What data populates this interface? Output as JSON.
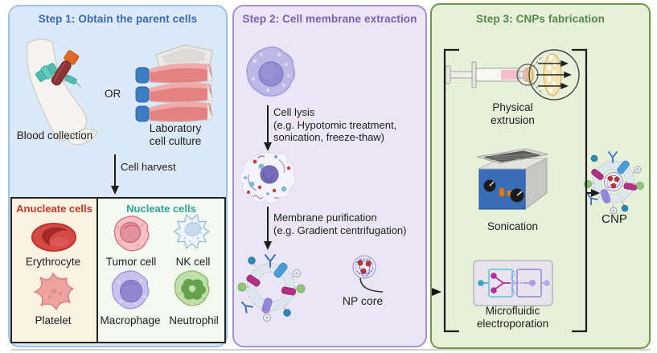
{
  "figure": {
    "type": "workflow-diagram",
    "topic": "Cell membrane nanoparticle (CNP) preparation workflow"
  },
  "steps": {
    "step1": {
      "title": "Step 1: Obtain the parent cells",
      "accent_color": "#3a69b4",
      "or_label": "OR",
      "blood_collection_label": "Blood collection",
      "lab_culture_label": "Laboratory\ncell culture",
      "cell_harvest_label": "Cell harvest",
      "table": {
        "anucleate_header": "Anucleate cells",
        "anucleate_color": "#c2372a",
        "anucleate_cells": [
          "Erythrocyte",
          "Platelet"
        ],
        "nucleate_header": "Nucleate cells",
        "nucleate_color": "#2ea39b",
        "nucleate_cells": [
          "Tumor cell",
          "NK cell",
          "Macrophage",
          "Neutrophil"
        ]
      }
    },
    "step2": {
      "title": "Step 2: Cell membrane extraction",
      "accent_color": "#7e5db0",
      "lysis_label": "Cell lysis\n(e.g. Hypotomic treatment,\nsonication, freeze-thaw)",
      "purification_label": "Membrane purification\n(e.g. Gradient centrifugation)",
      "np_core_label": "NP core"
    },
    "step3": {
      "title": "Step 3: CNPs fabrication",
      "accent_color": "#54894b",
      "method_1": "Physical\nextrusion",
      "method_2": "Sonication",
      "method_3": "Microfluidic\nelectroporation",
      "cnp_label": "CNP"
    }
  },
  "colors": {
    "step1_bg": "#dbe9f8",
    "step1_border": "#a2bfe6",
    "step2_bg": "#ebe6f6",
    "step2_border": "#a791cf",
    "step3_bg": "#e7f0d8",
    "step3_border": "#6e9742",
    "anucleate_bg": "#fbf2e1",
    "nucleate_bg": "#f3f9ef",
    "arrow": "#1e1e1e",
    "erythrocyte_red": "#d64a45",
    "platelet_pink": "#efa2a0",
    "tumor_pink": "#f5bfc3",
    "nk_blue": "#edf4fb",
    "macrophage_purple": "#cac1ec",
    "neutrophil_green": "#c1dfab",
    "membrane_ring": "#dde6ee",
    "np_red": "#c23434",
    "sonicator_blue": "#3a6db8",
    "flask_cap_blue": "#3c7cc0"
  },
  "icons": [
    "blood-collection-arm-icon",
    "culture-flasks-icon",
    "erythrocyte-icon",
    "platelet-icon",
    "tumor-cell-icon",
    "nk-cell-icon",
    "macrophage-icon",
    "neutrophil-icon",
    "parent-cell-icon",
    "lysed-cell-icon",
    "membrane-vesicle-icon",
    "np-core-icon",
    "syringe-extrusion-icon",
    "magnifier-pores-icon",
    "sonication-bath-icon",
    "microfluidic-chip-icon",
    "cnp-particle-icon",
    "down-arrow-icon",
    "right-arrow-icon",
    "bracket-left-icon",
    "bracket-right-icon"
  ]
}
